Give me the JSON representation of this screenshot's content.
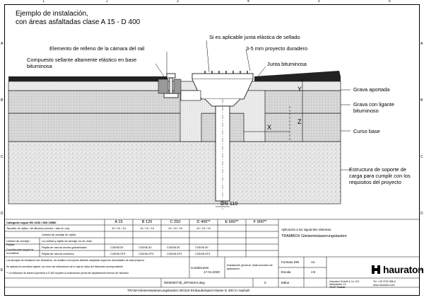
{
  "header": {
    "title_line1": "Ejemplo de instalación,",
    "title_line2": "con áreas asfaltadas clase A 15 - D 400"
  },
  "grid_marks": {
    "top": [
      "1",
      "2",
      "3",
      "4",
      "5",
      "6"
    ],
    "side": [
      "A",
      "B",
      "C",
      "D",
      "E"
    ]
  },
  "annotations": {
    "rail_chamber": "Elemento de relleno de la cámara del rail",
    "sealant": "Compuesto sellante altamente elástico en base bituminosa",
    "elastic_joint": "Si es aplicable junta elástica de sellado",
    "projection": "3-5 mm proyecto duradero",
    "bitumen_joint": "Junta bituminosa",
    "grava_aportada": "Grava aportada",
    "grava_ligante": "Grava con ligante bituminoso",
    "curso_base": "Curso base",
    "estructura": "Estructura de soporte de carga para cumplir con los requisitos del proyecto",
    "dim_x": "X",
    "dim_y": "Y",
    "dim_z": "Z",
    "dim_dn": "DN 110"
  },
  "title_block": {
    "category_label": "Categoría según EN 1433 / DIN 19580",
    "classes": [
      "A 15",
      "B 125",
      "C 250",
      "D 400**",
      "E 600**",
      "F 900**"
    ],
    "row1_label": "Tamaño de rejilla / de difusión (ancho / alto en cm)",
    "row1_values": [
      "10 / 10 / 10",
      "10 / 10 / 10",
      "10 / 10 / 10",
      "10 / 10 / 10"
    ],
    "row2_label": "Unidad de anclaje de rejilla",
    "row3_label": "Rejilla de ranura ancha galvanizada",
    "row3_values": [
      "C25/08.30",
      "C25/08.30",
      "C25/08.30",
      "C25/08.30"
    ],
    "row4_label": "Rejilla de ranura estrecha",
    "row4_values": [
      "C25/08.XF3",
      "C25/08.XF3",
      "C25/08.XF3",
      "C25/08.XF3"
    ],
    "side_label_1": "Unidad de anclaje / Rejilla",
    "side_label_2": "La unidad y rejilla de anclaje no se usan",
    "side_label_3": "Condiciones según la normativa",
    "note1": "Los ejemplos de instalación son ilustrativos, los detalles a incorporar deberán adaptarse según las necesidades de cada proyecto.",
    "note2": "Se aplicará la normativa vigente, así como las indicaciones de la hoja de datos del fabricante correspondiente.",
    "note3": "** La utilización de clases superiores a D 400 requiere la autorización previa del departamento técnico de Hauraton.",
    "application_label": "Aplicación a los siguientes sistemas:",
    "system": "TRAMBOX Gleisentwässerungskasten",
    "conditions_label": "Condiciones",
    "date": "17.01.2020",
    "install_info": "Instalación general, instrucciones de aplicación",
    "file_name": "000000074b_SPANISH.dwg",
    "index_value": "0",
    "footer_title": "TRAM-Gleisentwässerungskasten DN110 Einbaubeispiel Klasse D 400 in Asphalt",
    "format_label": "Formato DIN",
    "format_value": "A4",
    "scale_label": "Escala",
    "scale_value": "1:5",
    "editor_label": "Editor",
    "editor_value": "",
    "company": "hauraton",
    "address1": "Hauraton GmbH & Co. KG",
    "address2": "Werkstraße 13",
    "address3": "76437 Rastatt",
    "phone": "Tel. +49 7222 958-0",
    "web": "www.hauraton.com"
  }
}
